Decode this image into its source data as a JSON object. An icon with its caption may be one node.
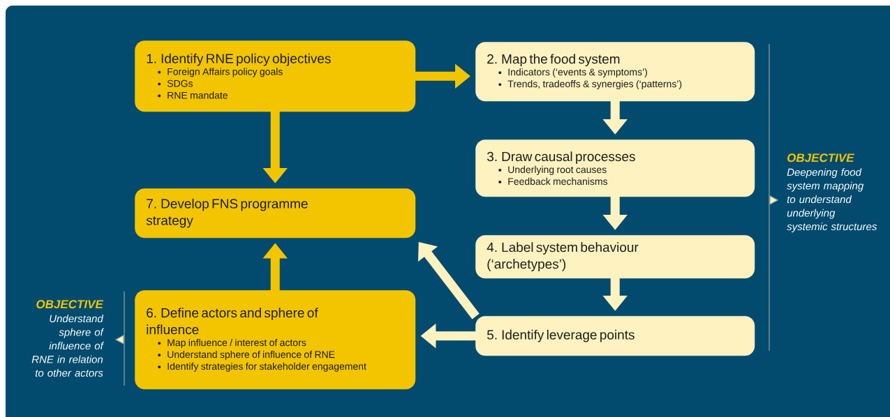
{
  "diagram": {
    "nodes": [
      {
        "text": [
          "1. Identify RNE policy objectives",
          "Foreign Affairs policy goals",
          "SDGs",
          "RNE mandate"
        ]
      },
      {
        "text": [
          "2. Map the food system",
          "Indicators (‘events & symptoms’)",
          "Trends, tradeoffs & synergies (‘patterns’)"
        ]
      },
      {
        "text": [
          "3. Draw causal processes",
          "Underlying root causes",
          "Feedback mechanisms"
        ]
      },
      {
        "text": [
          "4. Label system behaviour (‘archetypes’)"
        ]
      },
      {
        "text": [
          "5. Identify leverage points"
        ]
      },
      {
        "text": [
          "6. Define actors and sphere of influence",
          "Map influence / interest of actors",
          "Understand sphere of influence of RNE",
          "Identify strategies for stakeholder engagement"
        ]
      },
      {
        "text": [
          "7. Develop FNS programme strategy"
        ]
      }
    ],
    "edges": [
      {
        "from": 0,
        "to": 1,
        "arrow": "to",
        "color": "#f2c500"
      },
      {
        "from": 0,
        "to": 6,
        "arrow": "to",
        "color": "#f2c500"
      },
      {
        "from": 1,
        "to": 2,
        "arrow": "to"
      },
      {
        "from": 2,
        "to": 3,
        "arrow": "to"
      },
      {
        "from": 3,
        "to": 4,
        "arrow": "to"
      },
      {
        "from": 4,
        "to": 5,
        "arrow": "to"
      },
      {
        "from": 4,
        "to": 6,
        "arrow": "to"
      },
      {
        "from": 5,
        "to": 6,
        "arrow": "to",
        "color": "#f2c500"
      }
    ],
    "labels": [
      "OBJECTIVE",
      "Deepening food system mapping to understand underlying systemic structures",
      "OBJECTIVE",
      "Understand sphere of influence of RNE in relation to other actors"
    ]
  }
}
